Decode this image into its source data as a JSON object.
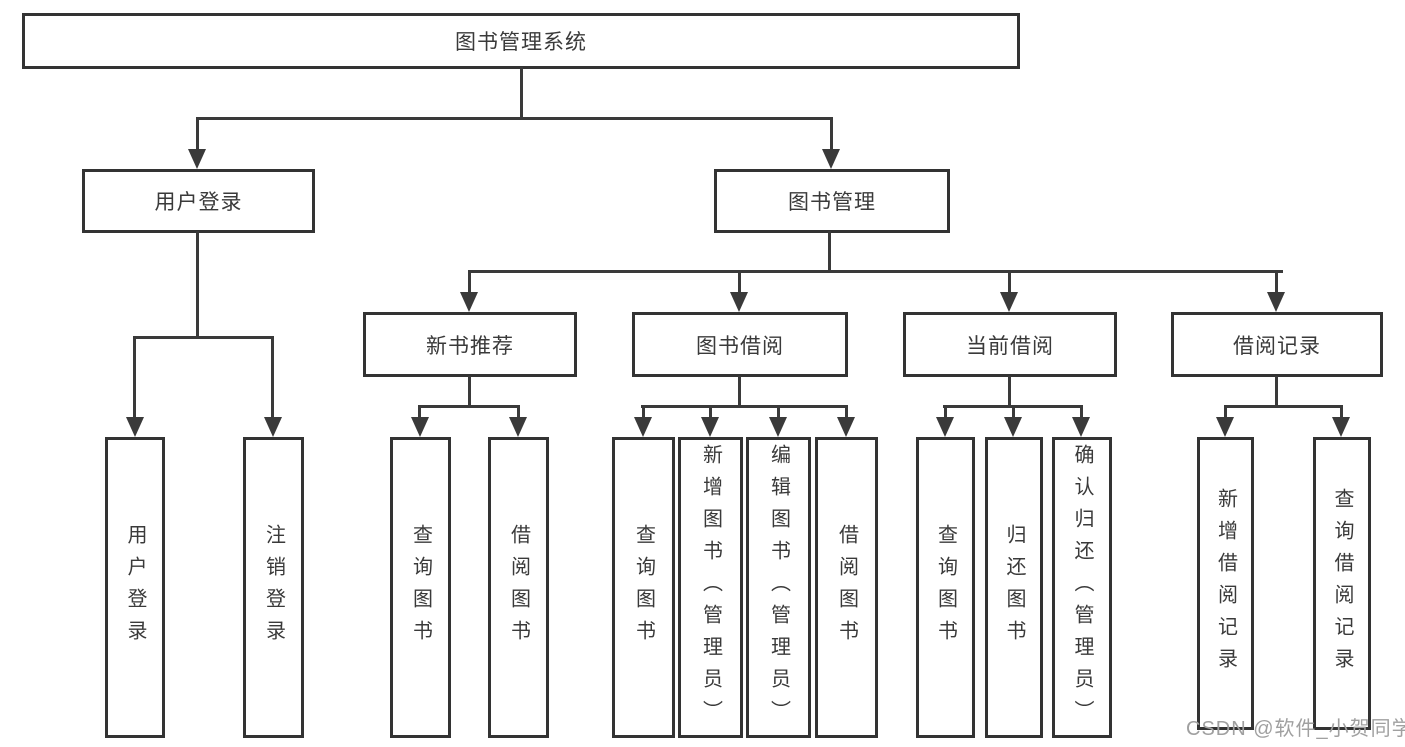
{
  "diagram": {
    "title": "图书管理系统",
    "level2": [
      {
        "label": "用户登录"
      },
      {
        "label": "图书管理"
      }
    ],
    "level3": [
      {
        "label": "新书推荐"
      },
      {
        "label": "图书借阅"
      },
      {
        "label": "当前借阅"
      },
      {
        "label": "借阅记录"
      }
    ],
    "leaves": {
      "user_login": [
        {
          "label": "用户登录"
        },
        {
          "label": "注销登录"
        }
      ],
      "new_book_recommend": [
        {
          "label": "查询图书"
        },
        {
          "label": "借阅图书"
        }
      ],
      "book_borrow": [
        {
          "label": "查询图书"
        },
        {
          "label": "新增图书（管理员）"
        },
        {
          "label": "编辑图书（管理员）"
        },
        {
          "label": "借阅图书"
        }
      ],
      "current_borrow": [
        {
          "label": "查询图书"
        },
        {
          "label": "归还图书"
        },
        {
          "label": "确认归还（管理员）"
        }
      ],
      "borrow_records": [
        {
          "label": "新增借阅记录"
        },
        {
          "label": "查询借阅记录"
        }
      ]
    },
    "colors": {
      "line": "#3a3a3a",
      "text": "#333333",
      "background": "#ffffff",
      "watermark": "#a0a0a0"
    }
  },
  "watermark": {
    "text": "CSDN @软件_小贺同学"
  }
}
